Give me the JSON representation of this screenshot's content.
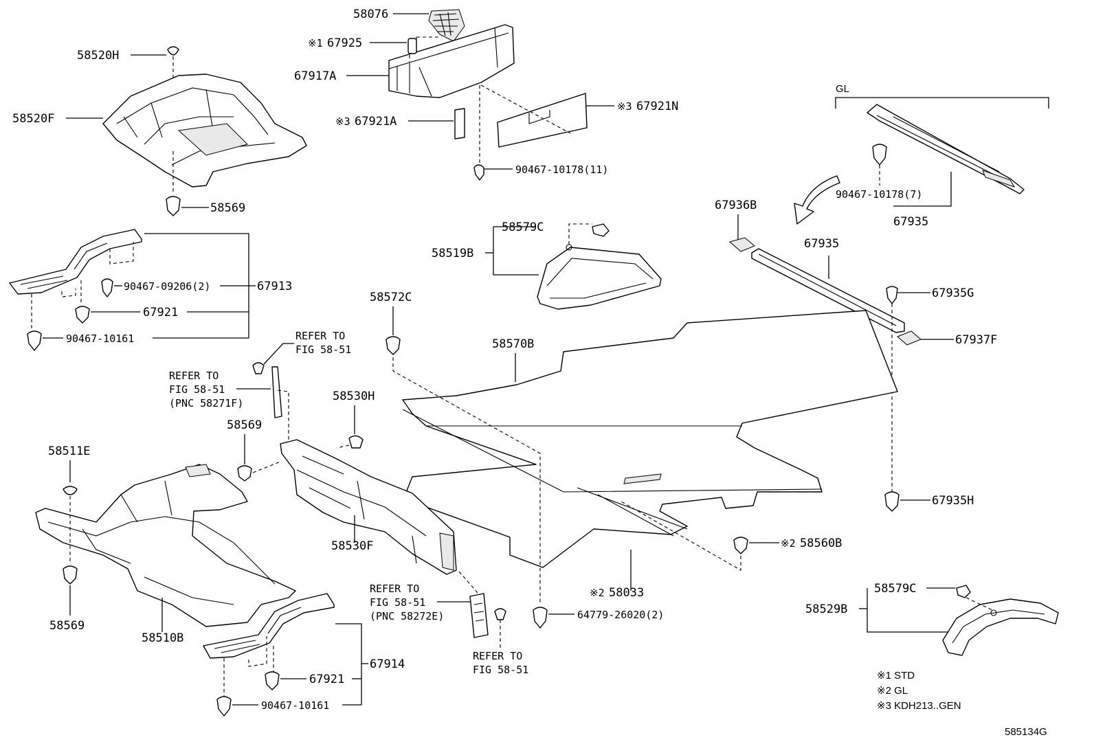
{
  "diagram_id": "585134G",
  "callouts": {
    "p58076": "58076",
    "p67925": "67925",
    "p67917A": "67917A",
    "p67921A": "67921A",
    "p67921N": "67921N",
    "p90467_10178_11": "90467-10178(11)",
    "p58520H": "58520H",
    "p58520F": "58520F",
    "p58569_top": "58569",
    "p67913": "67913",
    "p90467_09206_2": "90467-09206(2)",
    "p67921_a": "67921",
    "p90467_10161_a": "90467-10161",
    "gl_bracket": "GL",
    "p90467_10178_7": "90467-10178(7)",
    "p67935_top": "67935",
    "p67936B": "67936B",
    "p67935_mid": "67935",
    "p58579C_a": "58579C",
    "p58519B": "58519B",
    "p67935G": "67935G",
    "p67937F": "67937F",
    "p58572C": "58572C",
    "p58570B": "58570B",
    "refer_a_line1": "REFER TO",
    "refer_a_line2": "FIG 58-51",
    "refer_b_line1": "REFER TO",
    "refer_b_line2": "FIG 58-51",
    "refer_b_line3": "(PNC 58271F)",
    "p58530H": "58530H",
    "p58569_mid": "58569",
    "p58511E": "58511E",
    "p67935H": "67935H",
    "p58560B": "58560B",
    "p58530F": "58530F",
    "p58033": "58033",
    "refer_c_line1": "REFER TO",
    "refer_c_line2": "FIG 58-51",
    "refer_c_line3": "(PNC 58272E)",
    "p64779_26020_2": "64779-26020(2)",
    "p58579C_b": "58579C",
    "p58529B": "58529B",
    "p58569_bot": "58569",
    "p58510B": "58510B",
    "refer_d_line1": "REFER TO",
    "refer_d_line2": "FIG 58-51",
    "p67914": "67914",
    "p67921_b": "67921",
    "p90467_10161_b": "90467-10161"
  },
  "markers": {
    "m1": "※1",
    "m2": "※2",
    "m3": "※3"
  },
  "legend": [
    "※1 STD",
    "※2 GL",
    "※3 KDH213..GEN"
  ]
}
